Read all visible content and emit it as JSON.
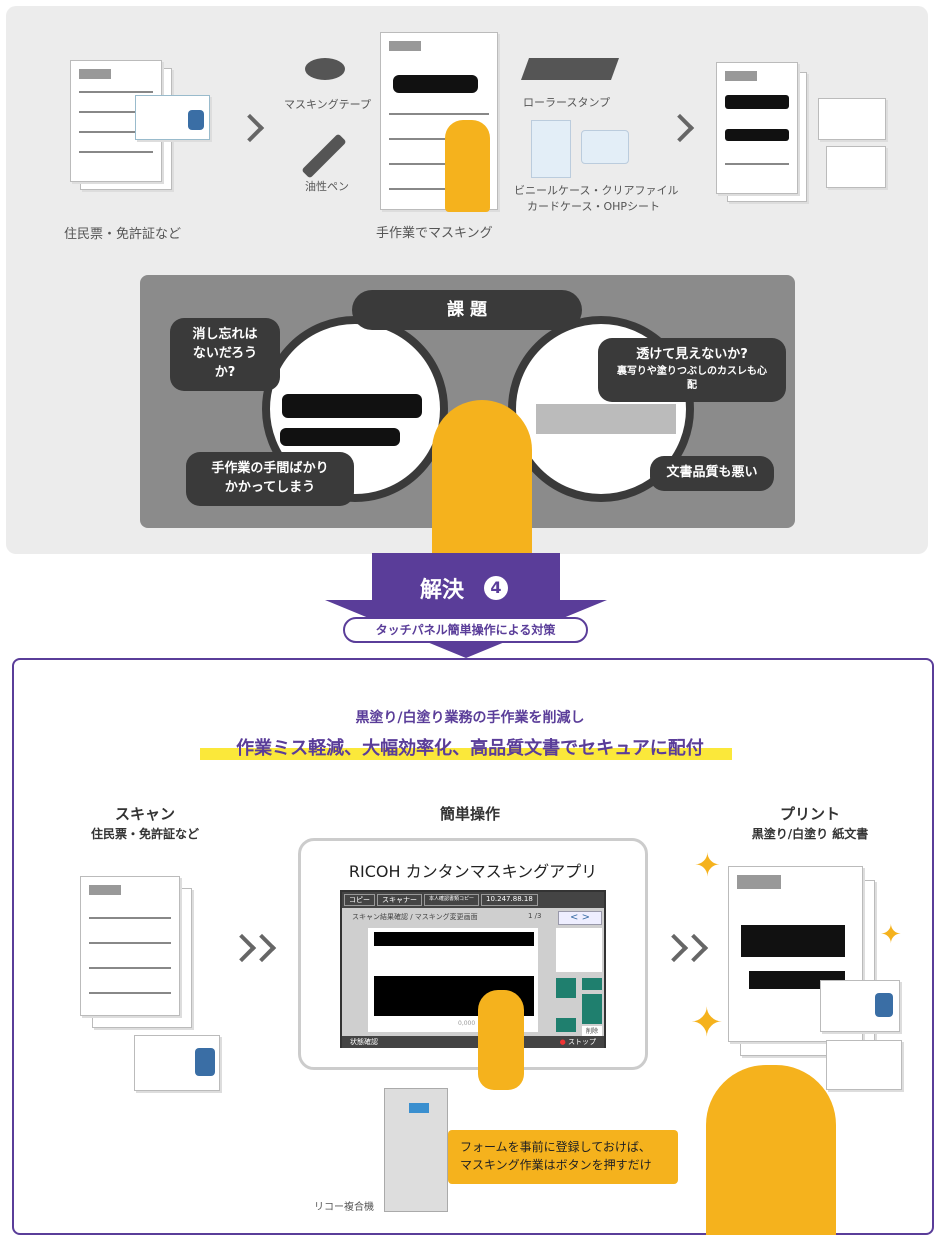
{
  "top": {
    "source_label": "住民票・免許証など",
    "tool_tape": "マスキングテープ",
    "tool_pen": "油性ペン",
    "manual_label": "手作業でマスキング",
    "tool_stamp": "ローラースタンプ",
    "tool_cases_line1": "ビニールケース・クリアファイル",
    "tool_cases_line2": "カードケース・OHPシート"
  },
  "issues": {
    "title": "課 題",
    "b1_line1": "消し忘れは",
    "b1_line2": "ないだろうか?",
    "b2_line1": "手作業の手間ばかり",
    "b2_line2": "かかってしまう",
    "b3_line1": "透けて見えないか?",
    "b3_line2": "裏写りや塗りつぶしのカスレも心配",
    "b4": "文書品質も悪い"
  },
  "solution": {
    "label": "解決",
    "number": "4",
    "subtitle": "タッチパネル簡単操作による対策"
  },
  "main": {
    "lead": "黒塗り/白塗り業務の手作業を削減し",
    "headline": "作業ミス軽減、大幅効率化、高品質文書でセキュアに配付",
    "scan_title": "スキャン",
    "scan_sub": "住民票・免許証など",
    "op_title": "簡単操作",
    "app_name": "RICOH カンタンマスキングアプリ",
    "print_title": "プリント",
    "print_sub": "黒塗り/白塗り 紙文書",
    "callout_line1": "フォームを事前に登録しておけば、",
    "callout_line2": "マスキング作業はボタンを押すだけ",
    "device_label": "リコー複合機"
  },
  "panel": {
    "tabs": [
      "コピー",
      "スキャナー",
      "本人確認書類コピー",
      "10.247.88.18"
    ],
    "screen_title": "スキャン結果確認 / マスキング変更画面",
    "page": "1 /3",
    "value": "0,000",
    "delete": "削除",
    "status": "状態確認",
    "stop": "ストップ"
  },
  "colors": {
    "purple": "#5a3d99",
    "gold": "#f5b21d",
    "teal": "#1f7f6e",
    "dark": "#3a3a3a"
  }
}
